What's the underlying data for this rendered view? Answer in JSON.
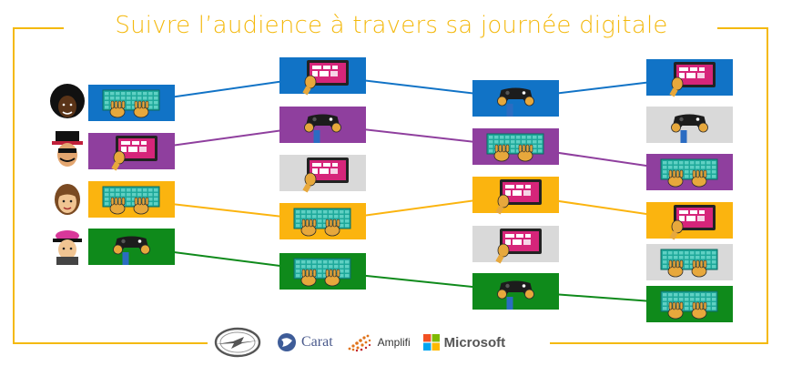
{
  "title": "Suivre l’audience à travers sa journée digitale",
  "colors": {
    "blue": "#1173c6",
    "purple": "#8f3f9e",
    "orange": "#fbb40f",
    "green": "#0f8a1b",
    "gray": "#d9d9d9",
    "frame": "#f4b90e"
  },
  "people": [
    {
      "name": "afro-person-icon",
      "color": "blue",
      "device": "keyboard"
    },
    {
      "name": "hat-person-icon",
      "color": "purple",
      "device": "tablet"
    },
    {
      "name": "woman-person-icon",
      "color": "orange",
      "device": "keyboard"
    },
    {
      "name": "pink-hat-person-icon",
      "color": "green",
      "device": "controller"
    }
  ],
  "columns": [
    [
      {
        "device": "keyboard",
        "color": "blue"
      },
      {
        "device": "tablet",
        "color": "purple"
      },
      {
        "device": "keyboard",
        "color": "orange"
      },
      {
        "device": "controller",
        "color": "green"
      }
    ],
    [
      {
        "device": "tablet",
        "color": "blue"
      },
      {
        "device": "controller",
        "color": "purple"
      },
      {
        "device": "tablet",
        "color": "gray"
      },
      {
        "device": "keyboard",
        "color": "orange"
      },
      {
        "device": "keyboard",
        "color": "green"
      }
    ],
    [
      {
        "device": "controller",
        "color": "blue"
      },
      {
        "device": "keyboard",
        "color": "purple"
      },
      {
        "device": "tablet",
        "color": "orange"
      },
      {
        "device": "tablet",
        "color": "gray"
      },
      {
        "device": "controller",
        "color": "green"
      }
    ],
    [
      {
        "device": "tablet",
        "color": "blue"
      },
      {
        "device": "controller",
        "color": "gray"
      },
      {
        "device": "keyboard",
        "color": "purple"
      },
      {
        "device": "tablet",
        "color": "orange"
      },
      {
        "device": "keyboard",
        "color": "gray"
      },
      {
        "device": "keyboard",
        "color": "green"
      }
    ]
  ],
  "logos": {
    "opel": "opel-logo",
    "carat": "Carat",
    "amplifi": "Amplifi",
    "microsoft": "Microsoft"
  }
}
